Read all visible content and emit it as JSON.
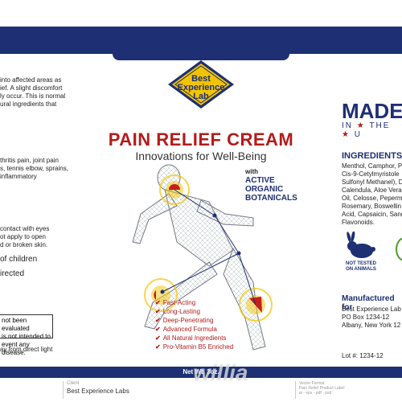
{
  "brand": {
    "line1": "Best",
    "line2": "Experience",
    "line3": "Lab"
  },
  "product": {
    "title": "PAIN RELIEF CREAM",
    "subtitle": "Innovations for Well-Being",
    "botanicals_with": "with",
    "botanicals_l1": "ACTIVE",
    "botanicals_l2": "ORGANIC",
    "botanicals_l3": "BOTANICALS"
  },
  "left_panel": {
    "p1_l1": "into affected areas as",
    "p1_l2": "ief. A slight discomfort",
    "p1_l3": "ly occur. This is normal",
    "p1_l4": "ural ingredients that",
    "p2_l1": "thritis pain, joint pain",
    "p2_l2": "s, tennis elbow, sprains,",
    "p2_l3": "inflammatory",
    "p3_l1": "contact with eyes",
    "p3_l2": "ot apply to open",
    "p3_l3": "d or broken skin.",
    "children": "of children",
    "directed": "irected",
    "fda_l1": "not been evaluated",
    "fda_l2": "is not intended to",
    "fda_l3": "event any disease.",
    "light": "ay from direct light"
  },
  "right_panel": {
    "made": "MADE",
    "in_the_1": "IN",
    "in_the_2": "THE",
    "in_the_3": "U",
    "ingredients_head": "INGREDIENTS:",
    "ing_l1": "Menthol, Camphor, Pr",
    "ing_l2": "Cis-9-Cetylmyristole",
    "ing_l3": "Sulfonyl Methanel), D",
    "ing_l4": "Calendula, Aloe Vera,",
    "ing_l5": "Oil, Celosse, Pepermint",
    "ing_l6": "Rosemary, Boswellin",
    "ing_l7": "Acid, Capsaicin, Sang",
    "ing_l8": "Flavonoids.",
    "not_tested_l1": "NOT TESTED",
    "not_tested_l2": "ON ANIMALS",
    "mfg_head": "Manufactured for",
    "mfg_l1": "Best Experience Lab",
    "mfg_l2": "PO Box 1234-12",
    "mfg_l3": "Albany, New York 12",
    "lot": "Lot #:  1234-12"
  },
  "benefits": [
    "Fast-Acting",
    "Long-Lasting",
    "Deep-Penetrating",
    "Advanced Formula",
    "All Natural Ingredients",
    "Pro-Vitamin B5 Enriched"
  ],
  "net_wt": "Net Wt. 3oz.",
  "footer": {
    "client_label": "Client",
    "client_name": "Best Experience Labs",
    "info_l1": "Vector Format",
    "info_l2": "Pain Relief Product Label",
    "info_l3": "ai - eps - pdf - psd",
    "watermark": "willia"
  },
  "colors": {
    "navy": "#1e2f73",
    "red": "#b31b1b",
    "gold": "#f2c400"
  }
}
